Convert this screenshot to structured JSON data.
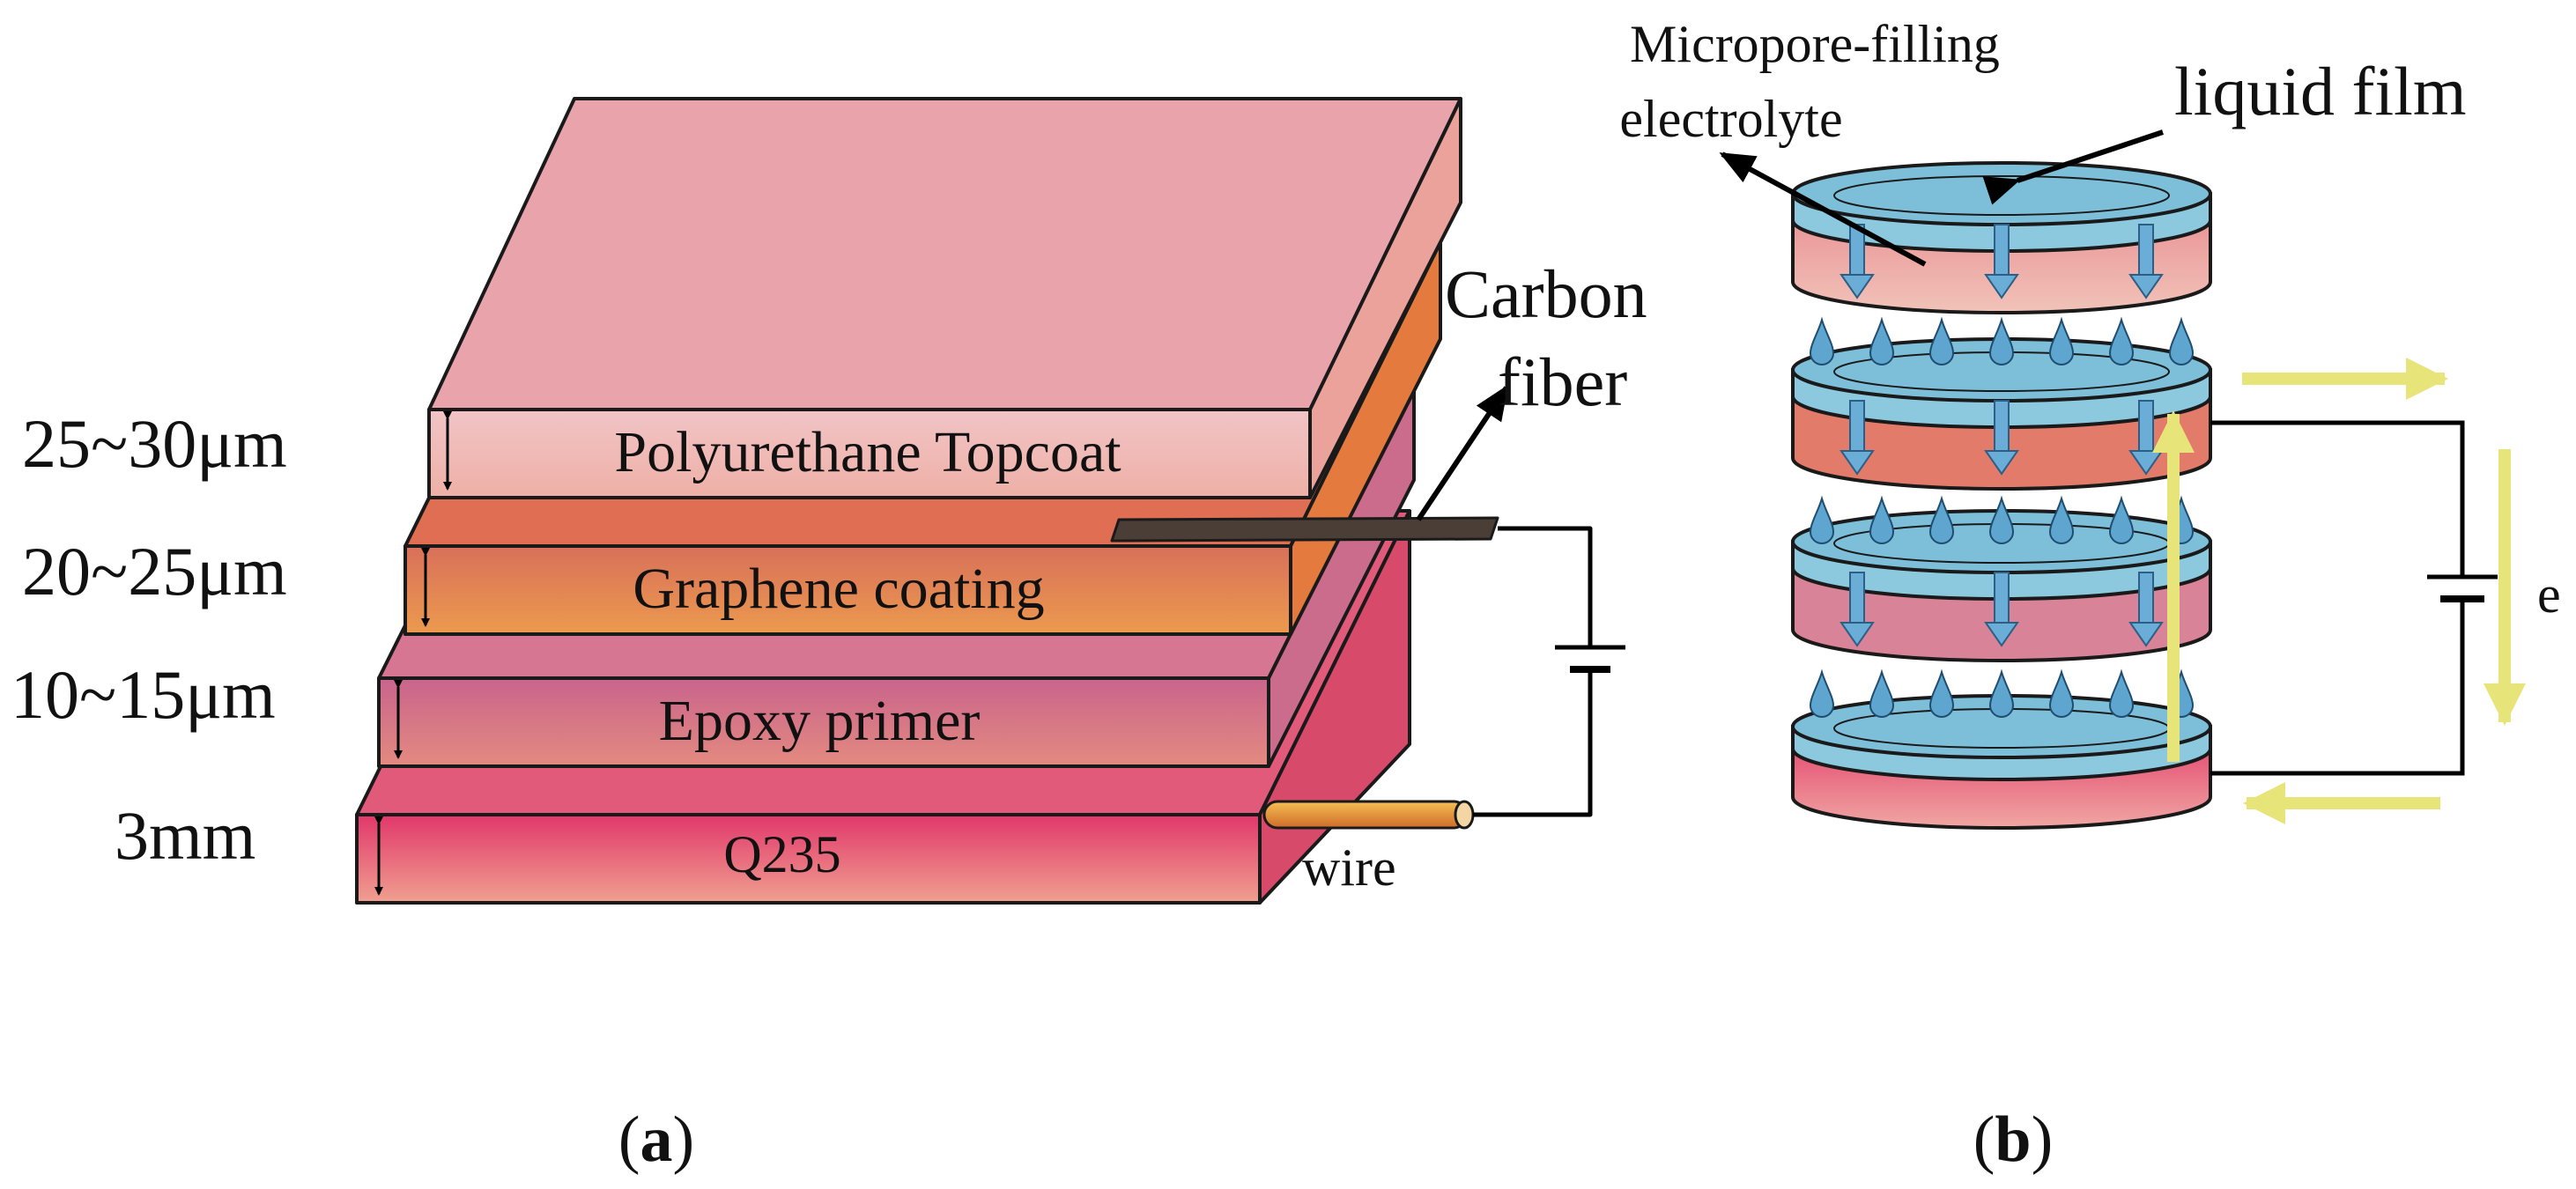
{
  "panel_a": {
    "layers": [
      {
        "name": "Polyurethane Topcoat",
        "thickness": "25~30μm"
      },
      {
        "name": "Graphene coating",
        "thickness": "20~25μm"
      },
      {
        "name": "Epoxy primer",
        "thickness": "10~15μm"
      },
      {
        "name": "Q235",
        "thickness": "3mm"
      }
    ],
    "carbon_fiber": [
      "Carbon",
      "fiber"
    ],
    "wire": "wire",
    "caption_open": "(",
    "caption_letter": "a",
    "caption_close": ")"
  },
  "panel_b": {
    "micropore": [
      "Micropore-filling",
      "electrolyte"
    ],
    "liquid_film": "liquid film",
    "electron": "e",
    "caption_open": "(",
    "caption_letter": "b",
    "caption_close": ")"
  },
  "colors": {
    "topcoat": "#eaa6ad",
    "graphene": "#e98452",
    "epoxy": "#d37090",
    "steel": "#e3406a",
    "liquid": "#86c5dd",
    "arrow_yellow": "#e7e57a"
  }
}
